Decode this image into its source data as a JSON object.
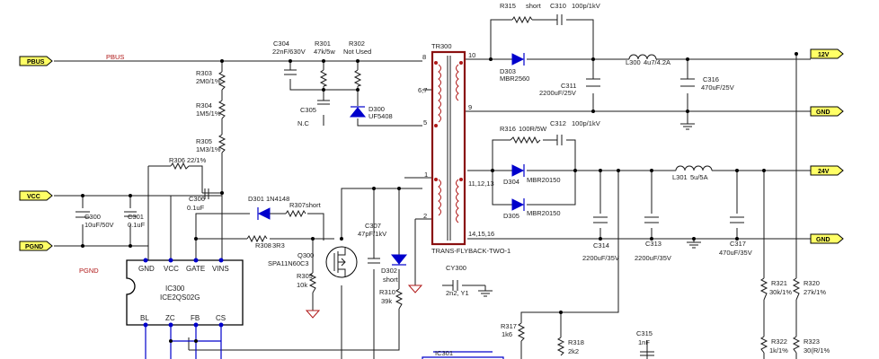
{
  "ports": {
    "pbus": "PBUS",
    "vcc": "VCC",
    "pgnd": "PGND",
    "v12": "12V",
    "gnd1": "GND",
    "v24": "24V",
    "gnd2": "GND"
  },
  "nets": {
    "pbus": "PBUS",
    "pgnd": "PGND"
  },
  "components": {
    "r315": {
      "ref": "R315",
      "value": "short"
    },
    "c310": {
      "ref": "C310",
      "value": "100p/1kV"
    },
    "c304": {
      "ref": "C304",
      "value": "22nF/630V"
    },
    "r301": {
      "ref": "R301",
      "value": "47k/5w"
    },
    "r302": {
      "ref": "R302",
      "value": "Not Used"
    },
    "tr300": {
      "ref": "TR300",
      "value": "TRANS-FLYBACK-TWO-1"
    },
    "d303": {
      "ref": "D303",
      "value": "MBR2560"
    },
    "l300": {
      "ref": "L300",
      "value": "4u7/4.2A"
    },
    "c311": {
      "ref": "C311",
      "value": "2200uF/25V"
    },
    "c316": {
      "ref": "C316",
      "value": "470uF/25V"
    },
    "r303": {
      "ref": "R303",
      "value": "2M0/1%"
    },
    "r304": {
      "ref": "R304",
      "value": "1M5/1%"
    },
    "r305": {
      "ref": "R305",
      "value": "1M3/1%"
    },
    "r306": {
      "ref": "R306",
      "value": "22/1%"
    },
    "c305": {
      "ref": "C305",
      "value": "N.C"
    },
    "d300": {
      "ref": "D300",
      "value": "UF5408"
    },
    "r316": {
      "ref": "R316",
      "value": "100R/5W"
    },
    "c312": {
      "ref": "C312",
      "value": "100p/1kV"
    },
    "d304": {
      "ref": "D304",
      "value": "MBR20150"
    },
    "d305": {
      "ref": "D305",
      "value": "MBR20150"
    },
    "l301": {
      "ref": "L301",
      "value": "5u/5A"
    },
    "c306": {
      "ref": "C306",
      "value": "0.1uF"
    },
    "d301": {
      "ref": "D301",
      "value": "1N4148"
    },
    "r307": {
      "ref": "R307",
      "value": "short"
    },
    "c300": {
      "ref": "C300",
      "value": "10uF/50V"
    },
    "c301": {
      "ref": "C301",
      "value": "0.1uF"
    },
    "r308": {
      "ref": "R308",
      "value": "3R3"
    },
    "c307": {
      "ref": "C307",
      "value": "47pF/1kV"
    },
    "q300": {
      "ref": "Q300",
      "value": "SPA11N60C3"
    },
    "r309": {
      "ref": "R309",
      "value": "10k"
    },
    "d302": {
      "ref": "D302",
      "value": "short"
    },
    "r310": {
      "ref": "R310",
      "value": "39k"
    },
    "cy300": {
      "ref": "CY300",
      "value": "2n2, Y1"
    },
    "c314": {
      "ref": "C314",
      "value": "2200uF/35V"
    },
    "c313": {
      "ref": "C313",
      "value": "2200uF/35V"
    },
    "c317": {
      "ref": "C317",
      "value": "470uF/35V"
    },
    "r321": {
      "ref": "R321",
      "value": "30k/1%"
    },
    "r320": {
      "ref": "R320",
      "value": "27k/1%"
    },
    "r322": {
      "ref": "R322",
      "value": "1k/1%"
    },
    "r323": {
      "ref": "R323",
      "value": "30(R/1%"
    },
    "r317": {
      "ref": "R317",
      "value": "1k6"
    },
    "r318": {
      "ref": "R318",
      "value": "2k2"
    },
    "c315": {
      "ref": "C315",
      "value": "1nF"
    },
    "ic301": {
      "ref": "IC301"
    }
  },
  "ic300": {
    "ref": "IC300",
    "part": "ICE2QS02G",
    "pins_top": [
      "GND",
      "VCC",
      "GATE",
      "VINS"
    ],
    "pins_bottom": [
      "BL",
      "ZC",
      "FB",
      "CS"
    ]
  },
  "tr_pins": {
    "p8": "8",
    "p67": "6,7",
    "p5": "5",
    "p1": "1",
    "p2": "2",
    "p10": "10",
    "p9": "9",
    "p111213": "11,12,13",
    "p141516": "14,15,16"
  },
  "colors": {
    "wire": "#1a1a1a",
    "wire_blue": "#0000cc",
    "transformer": "#8a1010",
    "port_fill": "#ffff66",
    "pin": "#0000cc"
  }
}
